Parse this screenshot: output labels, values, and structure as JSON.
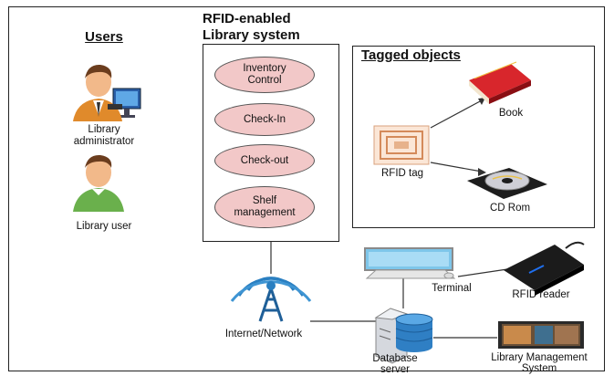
{
  "headings": {
    "users": "Users",
    "system_line1": "RFID-enabled",
    "system_line2": "Library system",
    "tagged": "Tagged objects"
  },
  "users": {
    "admin_label": "Library administrator",
    "user_label": "Library user"
  },
  "functions": [
    "Inventory\nControl",
    "Check-In",
    "Check-out",
    "Shelf\nmanagement"
  ],
  "objects": {
    "tag": "RFID tag",
    "book": "Book",
    "cd": "CD Rom"
  },
  "network": {
    "internet": "Internet/Network",
    "terminal": "Terminal",
    "reader": "RFID reader",
    "db_line1": "Database",
    "db_line2": "server",
    "lms_line1": "Library Management",
    "lms_line2": "System"
  },
  "colors": {
    "oval_fill": "#f2c8c8",
    "book_red": "#b3151c",
    "signal_blue": "#2a7fc1",
    "skin": "#f2b98a",
    "shirt_green": "#6ab04c",
    "shirt_orange": "#e08a2b"
  }
}
